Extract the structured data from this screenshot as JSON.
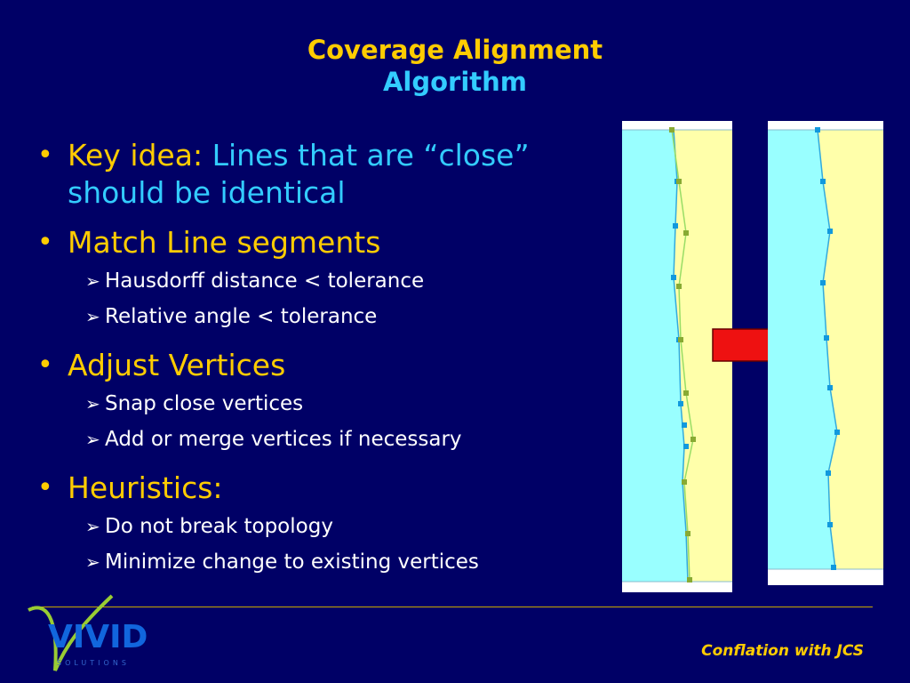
{
  "title": {
    "line1": "Coverage Alignment",
    "line2": "Algorithm"
  },
  "bullets": [
    {
      "key": "Key idea:",
      "text": "Lines that are “close” should be identical",
      "subs": []
    },
    {
      "key": "Match Line segments",
      "text": "",
      "subs": [
        "Hausdorff distance < tolerance",
        "Relative angle < tolerance"
      ]
    },
    {
      "key": "Adjust Vertices",
      "text": "",
      "subs": [
        "Snap close vertices",
        "Add or merge vertices if necessary"
      ]
    },
    {
      "key": "Heuristics:",
      "text": "",
      "subs": [
        "Do not break topology",
        "Minimize change to existing vertices"
      ]
    }
  ],
  "footer": "Conflation with JCS",
  "logo": {
    "text": "VIVID",
    "subtext": "SOLUTIONS"
  },
  "colors": {
    "background": "#000066",
    "title_primary": "#FFCC00",
    "title_secondary": "#33CCFF",
    "arrow": "#EE1111",
    "coverage_left": "#99FFFF",
    "coverage_right": "#FFFFAA"
  }
}
